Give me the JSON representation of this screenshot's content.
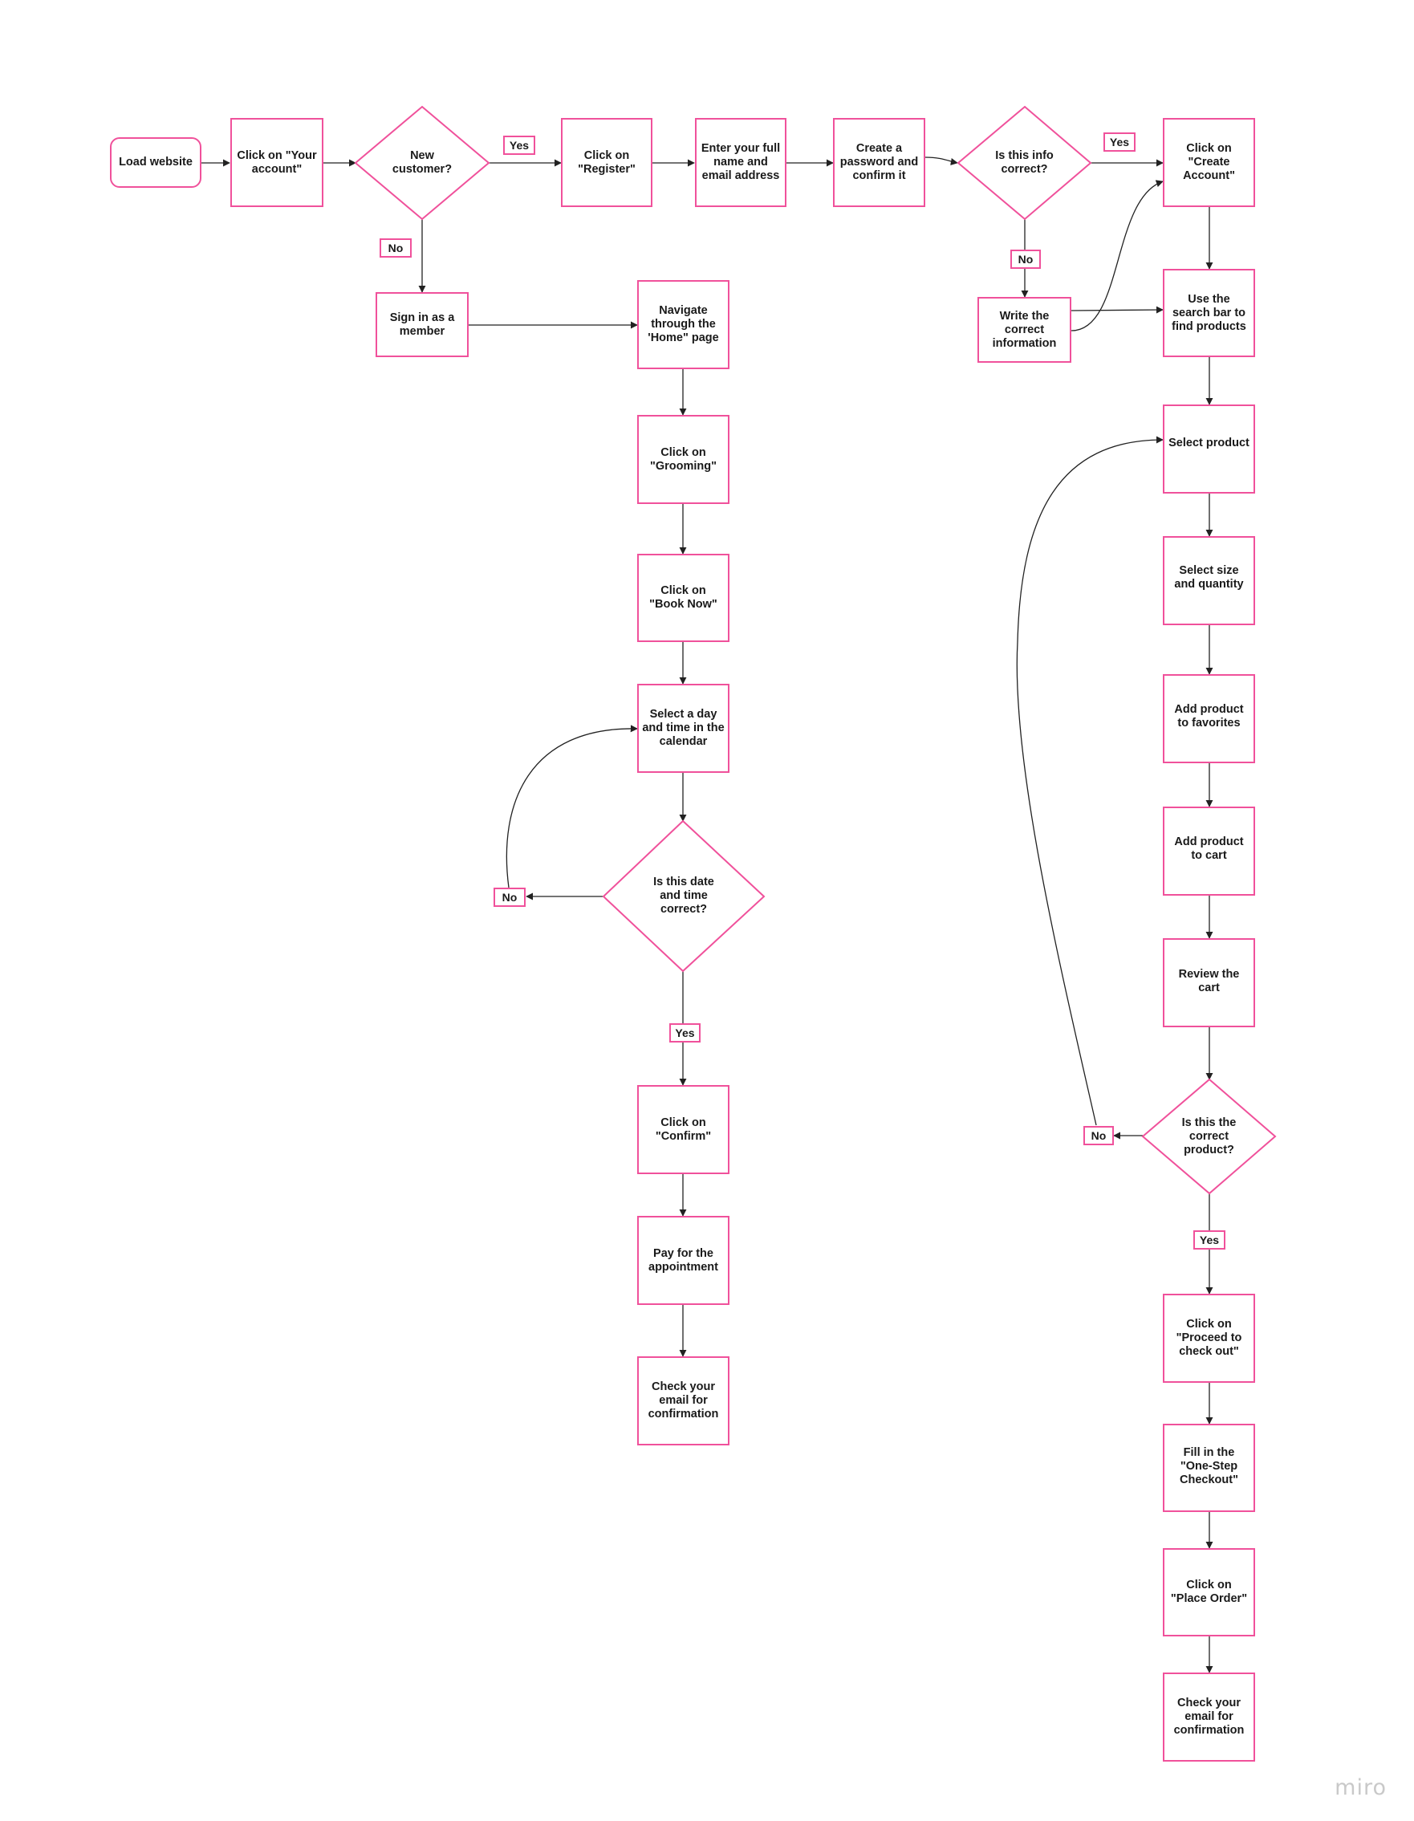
{
  "nodes": {
    "load_website": "Load website",
    "click_your_account": "Click on \"Your account\"",
    "new_customer": "New customer?",
    "click_register": "Click on \"Register\"",
    "enter_name_email": "Enter your full name and email address",
    "create_password": "Create a password and confirm it",
    "is_info_correct": "Is this info correct?",
    "click_create_account": "Click on \"Create Account\"",
    "sign_in_member": "Sign in as a member",
    "navigate_home": "Navigate through the 'Home\" page",
    "write_correct_info": "Write the correct information",
    "use_search_bar": "Use the search bar to find products",
    "click_grooming": "Click on \"Grooming\"",
    "click_book_now": "Click on \"Book Now\"",
    "select_day_time": "Select a day and time in the calendar",
    "is_date_correct": "Is this date and time correct?",
    "click_confirm": "Click on \"Confirm\"",
    "pay_appointment": "Pay for the appointment",
    "check_email_appointment": "Check your email for confirmation",
    "select_product": "Select product",
    "select_size_qty": "Select size and quantity",
    "add_favorites": "Add product to favorites",
    "add_cart": "Add product to cart",
    "review_cart": "Review the cart",
    "is_correct_product": "Is this the correct product?",
    "proceed_checkout": "Click on \"Proceed to check out\"",
    "fill_one_step": "Fill in the \"One-Step Checkout\"",
    "place_order": "Click on \"Place Order\"",
    "check_email_order": "Check your email for confirmation"
  },
  "tags": {
    "yes_new_customer": "Yes",
    "no_new_customer": "No",
    "yes_info": "Yes",
    "no_info": "No",
    "no_date": "No",
    "yes_date": "Yes",
    "no_product": "No",
    "yes_product": "Yes"
  },
  "watermark": "miro",
  "colors": {
    "node_border": "#f0519b",
    "arrow": "#222222"
  }
}
